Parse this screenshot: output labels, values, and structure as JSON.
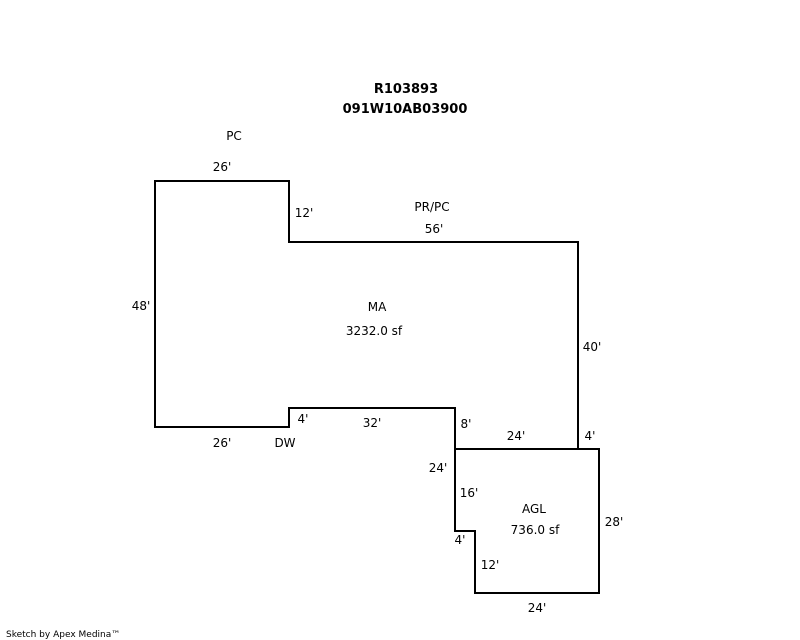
{
  "header": {
    "account": "R103893",
    "map_tax_lot": "091W10AB03900"
  },
  "areas": {
    "main": {
      "code": "MA",
      "area": "3232.0 sf"
    },
    "garage": {
      "code": "AGL",
      "area": "736.0 sf"
    }
  },
  "features": {
    "pc": "PC",
    "pr_pc": "PR/PC",
    "dw": "DW"
  },
  "dimensions": {
    "top_left_width": "26'",
    "top_step": "12'",
    "top_main": "56'",
    "left_side": "48'",
    "right_main": "40'",
    "bottom_left": "26'",
    "bottom_step": "4'",
    "bottom_mid": "32'",
    "step_down": "8'",
    "garage_top_inner": "24'",
    "garage_right_step": "4'",
    "garage_left_outer": "24'",
    "garage_left_upper": "16'",
    "garage_right": "28'",
    "garage_notch": "4'",
    "garage_left_lower": "12'",
    "garage_bottom": "24'"
  },
  "footer": {
    "credit": "Sketch by Apex Medina™"
  }
}
